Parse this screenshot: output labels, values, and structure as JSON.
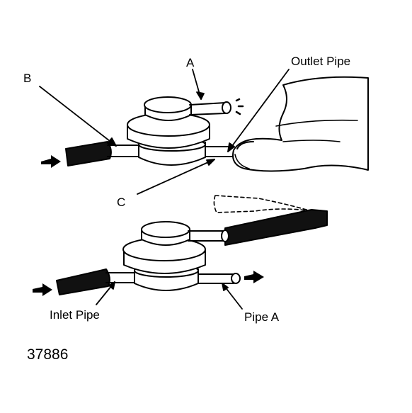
{
  "labels": {
    "a": "A",
    "b": "B",
    "c": "C",
    "outlet_pipe": "Outlet Pipe",
    "inlet_pipe": "Inlet Pipe",
    "pipe_a": "Pipe A"
  },
  "figure_number": "37886",
  "colors": {
    "ink": "#000000",
    "paper": "#ffffff"
  }
}
